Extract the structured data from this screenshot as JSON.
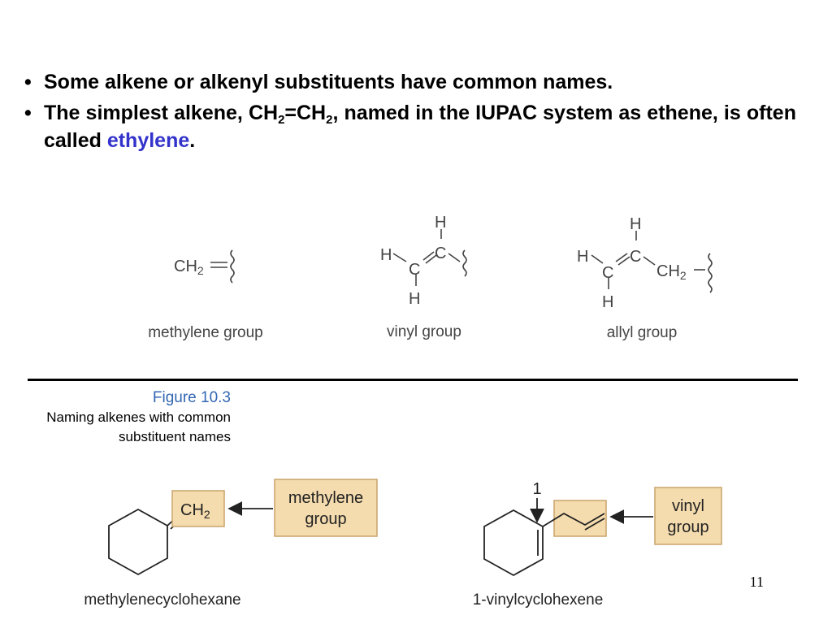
{
  "bullets": [
    {
      "text": "Some alkene or alkenyl substituents have common names."
    },
    {
      "text_a": "The simplest alkene, CH",
      "sub1": "2",
      "text_b": "=CH",
      "sub2": "2",
      "text_c": ", named in the IUPAC system as ethene, is often called ",
      "highlight": "ethylene",
      "text_d": "."
    }
  ],
  "figure_top": {
    "groups": [
      {
        "name": "methylene group"
      },
      {
        "name": "vinyl group"
      },
      {
        "name": "allyl group"
      }
    ],
    "atoms": {
      "h": "H",
      "c": "C",
      "ch": "CH",
      "sub": "2"
    }
  },
  "caption": {
    "number": "Figure 10.3",
    "line1": "Naming alkenes with common",
    "line2": "substituent names"
  },
  "figure_bottom": {
    "left": {
      "group_label_1": "methylene",
      "group_label_2": "group",
      "compound": "methylenecyclohexane"
    },
    "right": {
      "locant": "1",
      "group_label_1": "vinyl",
      "group_label_2": "group",
      "compound": "1-vinylcyclohexene"
    }
  },
  "page_number": "11",
  "colors": {
    "highlight": "#3333cc",
    "caption_number": "#3366b3",
    "label_box_fill": "#f5dcae",
    "label_box_border": "#c9a36a"
  }
}
